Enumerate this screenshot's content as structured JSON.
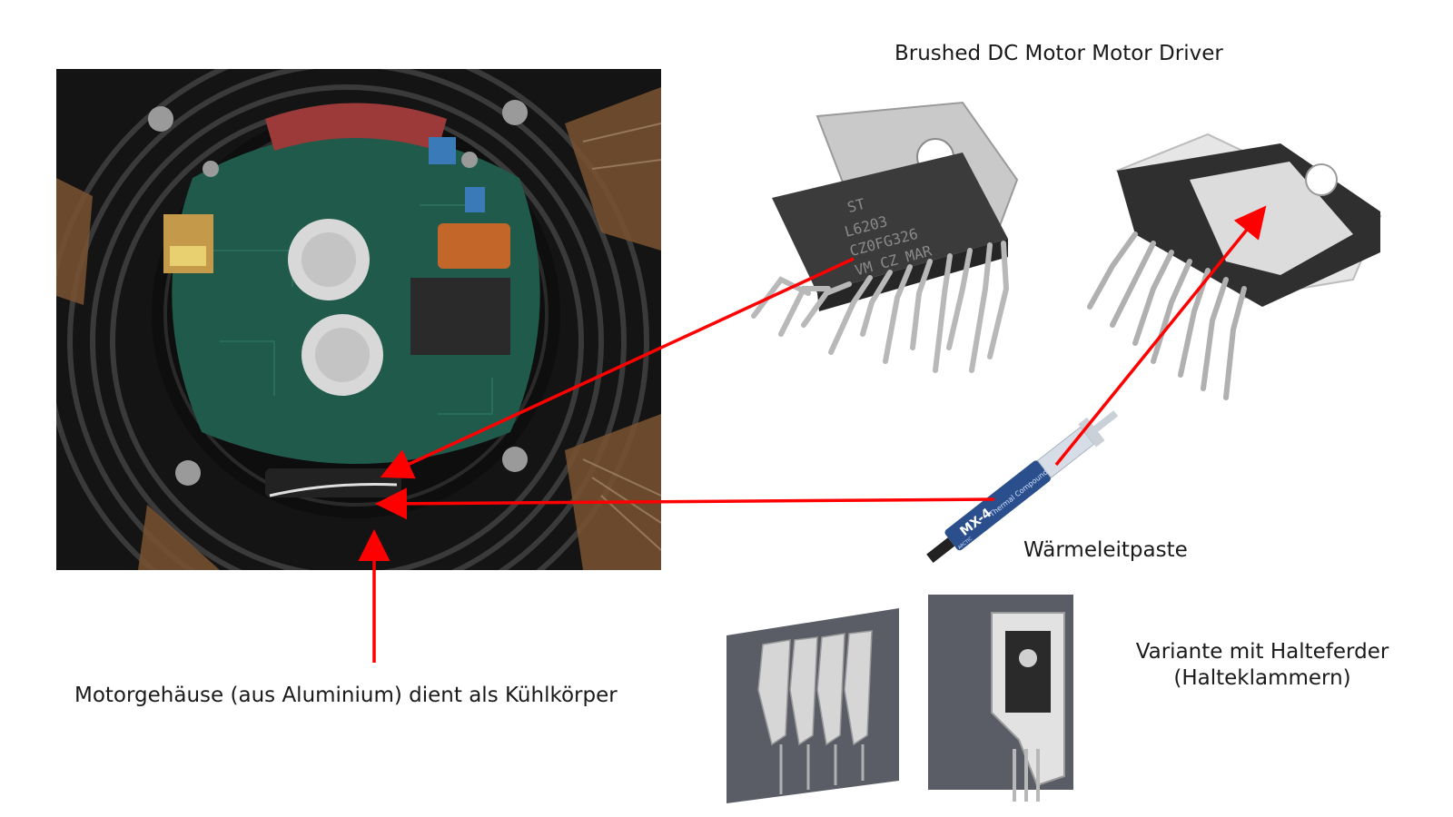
{
  "labels": {
    "driver": "Brushed DC Motor Motor Driver",
    "paste": "Wärmeleitpaste",
    "motor": "Motorgehäuse (aus Aluminium) dient als Kühlkörper",
    "clip_line1": "Variante mit Halteferder",
    "clip_line2": "(Halteklammern)"
  },
  "chip_marking": {
    "brand": "ST",
    "part": "L6203",
    "code": "CZ0FG326",
    "line3": "VM CZ MAR"
  },
  "syringe_marking": {
    "model": "MX-4",
    "type": "Thermal Compound",
    "brand": "ARCTIC"
  },
  "colors": {
    "arrow": "#ff0000",
    "pcb": "#1f5a4a",
    "housing": "#141414"
  }
}
